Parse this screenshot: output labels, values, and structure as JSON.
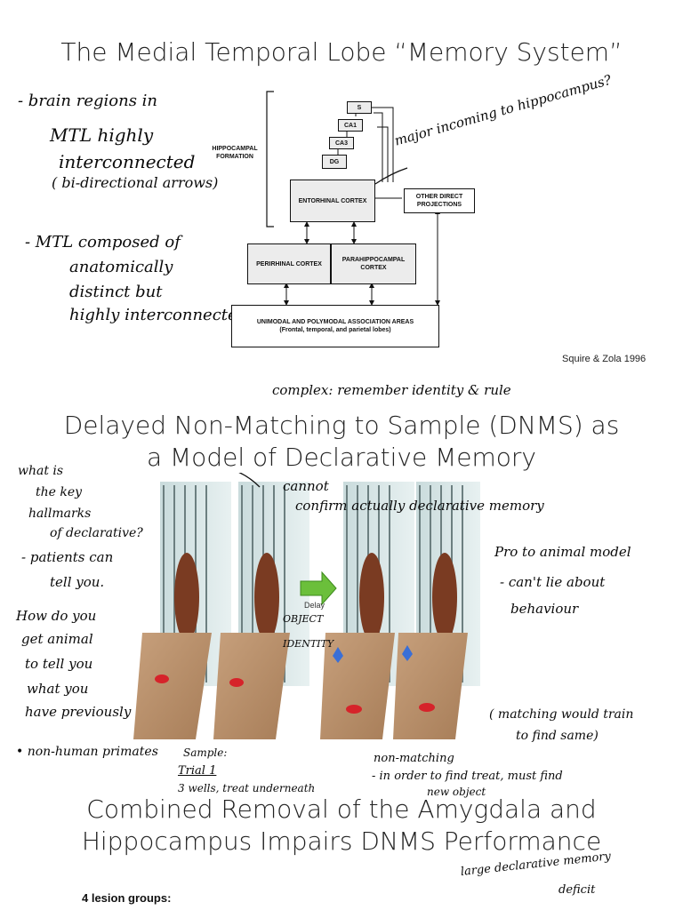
{
  "slide1": {
    "title": "The Medial Temporal Lobe “Memory System”",
    "citation": "Squire & Zola 1996",
    "diagram": {
      "hippocampal_formation": "HIPPOCAMPAL FORMATION",
      "s": "S",
      "ca1": "CA1",
      "ca3": "CA3",
      "dg": "DG",
      "entorhinal": "ENTORHINAL CORTEX",
      "other_direct": "OTHER DIRECT PROJECTIONS",
      "perirhinal": "PERIRHINAL CORTEX",
      "parahippocampal": "PARAHIPPOCAMPAL CORTEX",
      "association": "UNIMODAL AND POLYMODAL ASSOCIATION AREAS",
      "association_sub": "(Frontal, temporal, and parietal lobes)"
    },
    "notes": {
      "n1": "- brain regions in",
      "n2": "MTL highly",
      "n3": "interconnected",
      "n4": "( bi-directional arrows)",
      "n5": "- MTL composed of",
      "n6": "anatomically",
      "n7": "distinct but",
      "n8": "highly interconnected",
      "n9": "major incoming to hippocampus?"
    }
  },
  "slide2": {
    "title_line1": "Delayed Non-Matching to Sample (DNMS) as",
    "title_line2": "a Model of Declarative Memory",
    "delay_label": "Delay",
    "notes": {
      "top": "complex: remember identity & rule",
      "l1": "what is",
      "l2": "the key",
      "l3": "hallmarks",
      "l4": "of declarative?",
      "l5": "- patients can",
      "l6": "tell you.",
      "l7": "How do you",
      "l8": "get animal",
      "l9": "to tell you",
      "l10": "what you",
      "l11": "have previously",
      "l12": "• non-human primates",
      "c1": "cannot",
      "c2": "confirm actually declarative memory",
      "r1": "Pro to animal model",
      "r2": "- can't lie about",
      "r3": "behaviour",
      "obj1": "OBJECT",
      "obj2": "IDENTITY",
      "r4": "( matching would train",
      "r5": "to find same)",
      "s1": "Sample:",
      "s2": "Trial 1",
      "s3": "3 wells, treat underneath",
      "nm1": "non-matching",
      "nm2": "- in order to find treat, must find",
      "nm3": "new object"
    }
  },
  "slide3": {
    "title_line1": "Combined Removal of the Amygdala and",
    "title_line2": "Hippocampus Impairs DNMS Performance",
    "lesion_groups": "4 lesion groups:",
    "notes": {
      "r1": "large declarative memory",
      "r2": "deficit"
    }
  }
}
